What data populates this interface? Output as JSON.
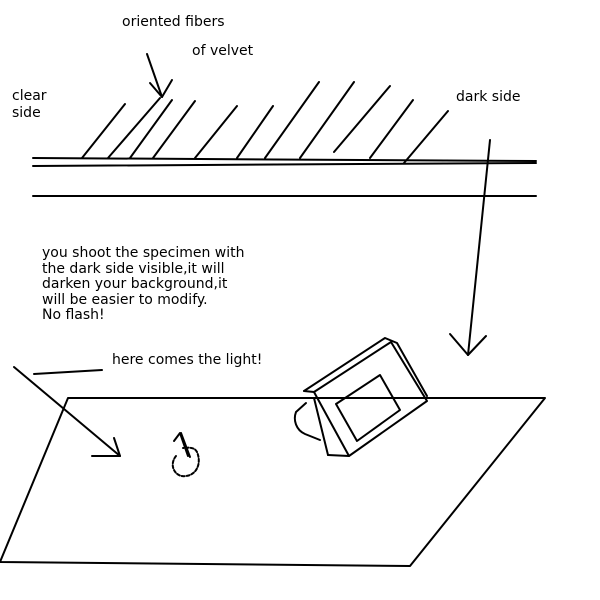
{
  "labels": {
    "fibers_line1": "oriented fibers",
    "fibers_line2": "of velvet",
    "clear_side": "clear\nside",
    "dark_side": "dark side",
    "instructions": "you shoot the specimen with\nthe dark side visible,it will\ndarken your background,it\nwill be easier to modify.\nNo flash!",
    "light": "here comes the light!"
  },
  "colors": {
    "ink": "#000000",
    "background": "#ffffff"
  }
}
